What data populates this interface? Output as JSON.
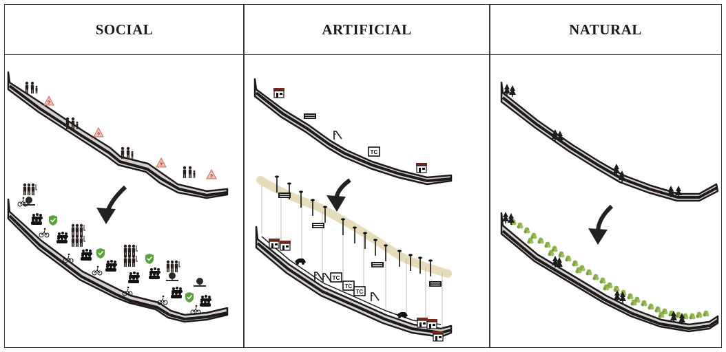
{
  "panels": [
    {
      "title": "SOCIAL"
    },
    {
      "title": "ARTIFICIAL"
    },
    {
      "title": "NATURAL"
    }
  ],
  "colors": {
    "border": "#3a3a3a",
    "slope_fill": "#d3d1cf",
    "slope_edge": "#1e1a19",
    "arrow": "#222222",
    "green_tree": "#8ab04a",
    "dark_tree": "#1b1d1b",
    "shield": "#5aa33c",
    "warning": "#e49a86",
    "canopy_path": "#e6dcbc",
    "lamp": "#111111"
  },
  "icons": [
    "family-icon",
    "warning-icon",
    "crowd-icon",
    "shield-check-icon",
    "bike-icon",
    "shop-icon",
    "bench-icon",
    "slide-icon",
    "car-icon",
    "lamp-icon",
    "pine-tree-icon"
  ]
}
